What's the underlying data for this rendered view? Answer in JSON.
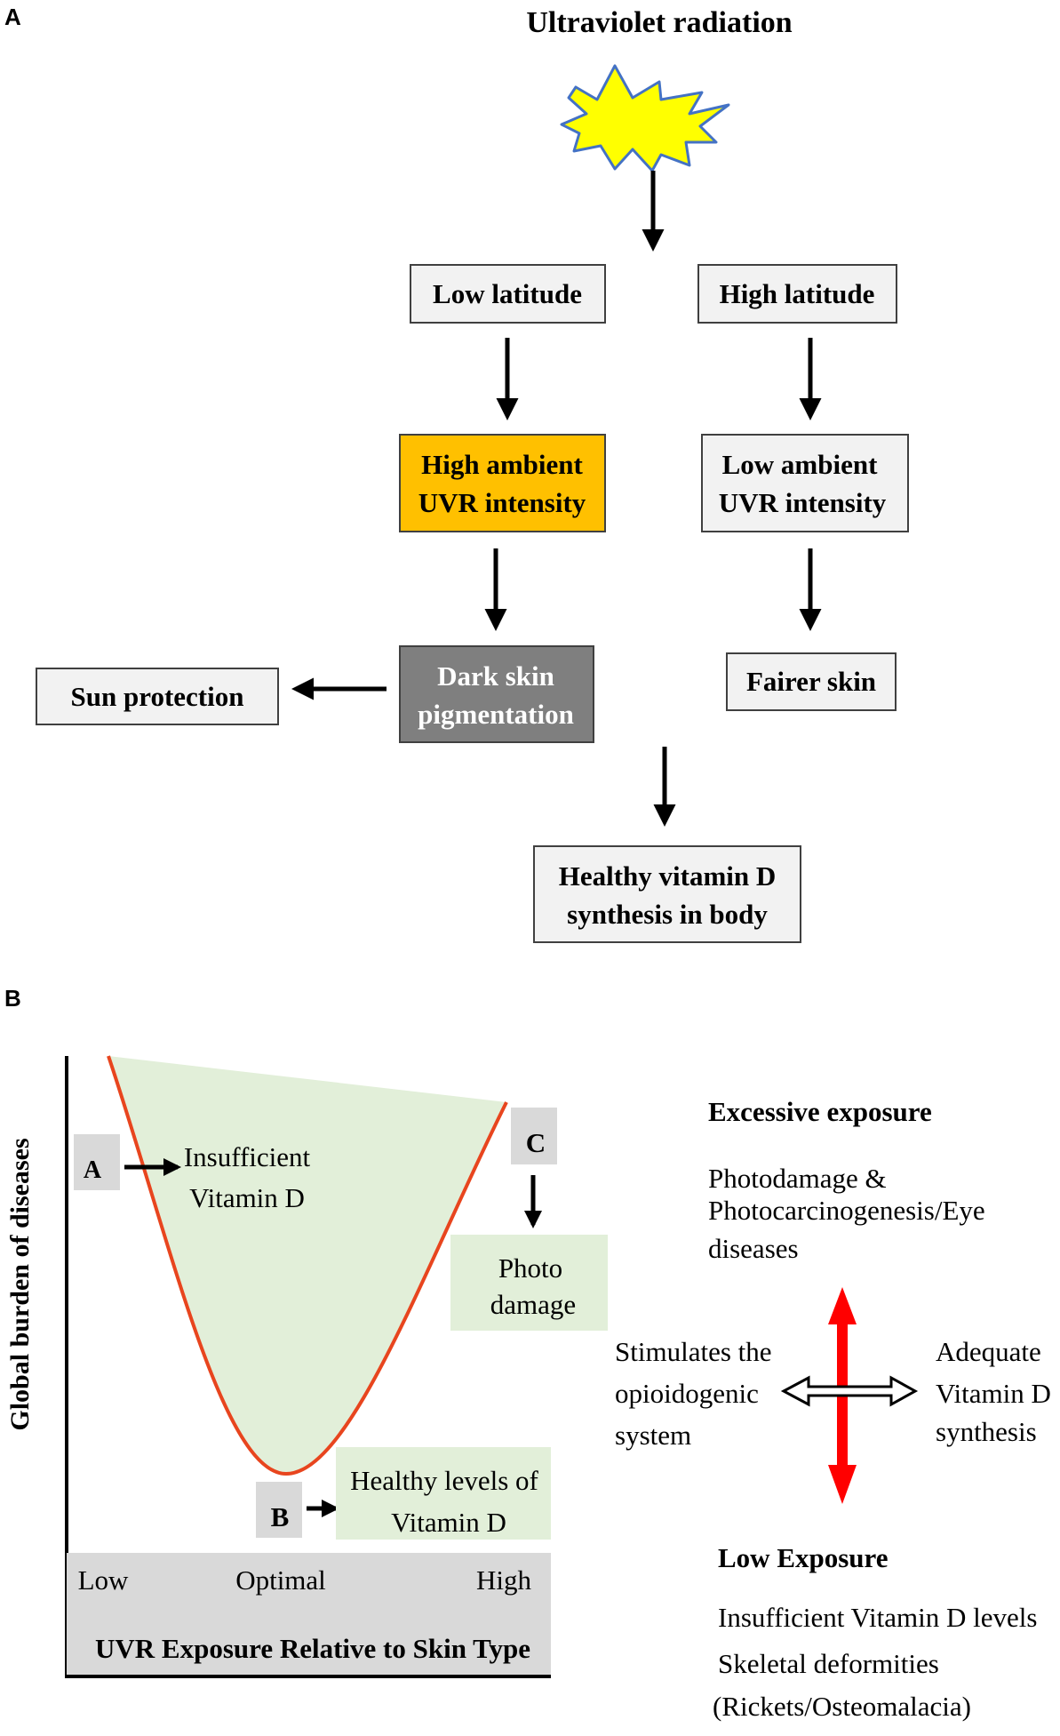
{
  "panel_a": {
    "label": "A",
    "title": "Ultraviolet radiation",
    "sun": "sun-burst-icon",
    "low_latitude": "Low latitude",
    "high_latitude": "High latitude",
    "high_ambient": [
      "High ambient",
      "UVR intensity"
    ],
    "low_ambient": [
      "Low ambient",
      "UVR intensity"
    ],
    "dark_skin": [
      "Dark skin",
      "pigmentation"
    ],
    "fairer_skin": "Fairer skin",
    "sun_protection": "Sun protection",
    "healthy_vitd": [
      "Healthy vitamin D",
      "synthesis in body"
    ],
    "colors": {
      "box_fill": "#f2f2f2",
      "highlight": "#ffc000",
      "dark_box": "#7f7f7f",
      "sun": "#ffff00",
      "sun_stroke": "#4472c4"
    }
  },
  "panel_b": {
    "label": "B",
    "y_axis_label": "Global burden of diseases",
    "x_ticks": [
      "Low",
      "Optimal",
      "High"
    ],
    "x_axis_label": "UVR Exposure Relative to Skin Type",
    "marker_a": "A",
    "marker_b": "B",
    "marker_c": "C",
    "insufficient": [
      "Insufficient",
      "Vitamin  D"
    ],
    "photo_damage": [
      "Photo",
      "damage"
    ],
    "healthy_levels": [
      "Healthy  levels  of",
      "Vitamin  D"
    ],
    "excessive_title": "Excessive exposure",
    "excessive_text": [
      "Photodamage &",
      "Photocarcinogenesis/Eye",
      "diseases"
    ],
    "stimulates": [
      "Stimulates  the",
      "opioidogenic",
      "system"
    ],
    "adequate": [
      "Adequate",
      "Vitamin  D",
      "synthesis"
    ],
    "low_exposure_title": "Low Exposure",
    "low_exposure_text": [
      "Insufficient  Vitamin  D levels",
      "Skeletal  deformities",
      "(Rickets/Osteomalacia)"
    ],
    "colors": {
      "curve": "#e8451e",
      "fill": "#e2efd9",
      "marker_fill": "#d9d9d9",
      "note_fill": "#e2efd9",
      "axis_band": "#d9d9d9",
      "red_arrow": "#ff0000"
    }
  }
}
